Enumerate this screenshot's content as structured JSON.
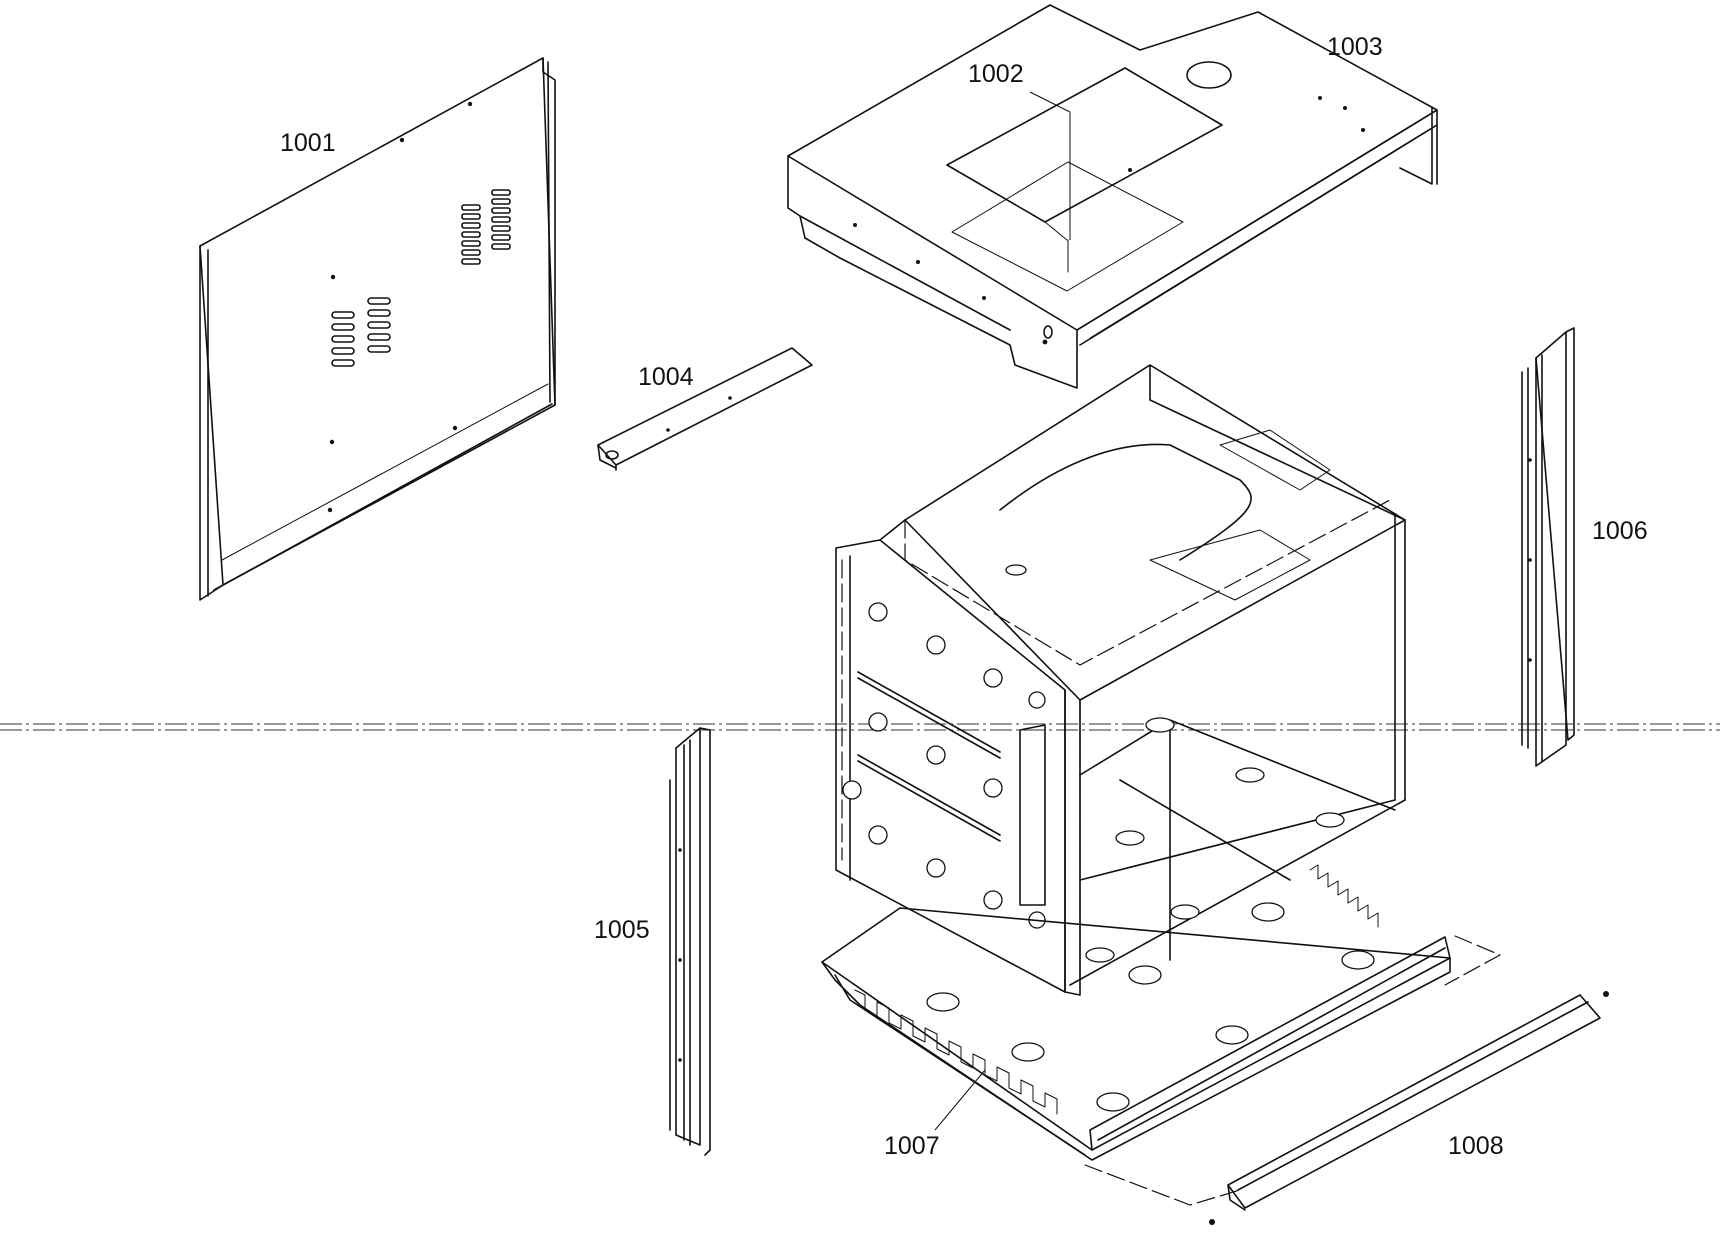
{
  "callouts": {
    "c1001": "1001",
    "c1002": "1002",
    "c1003": "1003",
    "c1004": "1004",
    "c1005": "1005",
    "c1006": "1006",
    "c1007": "1007",
    "c1008": "1008"
  }
}
